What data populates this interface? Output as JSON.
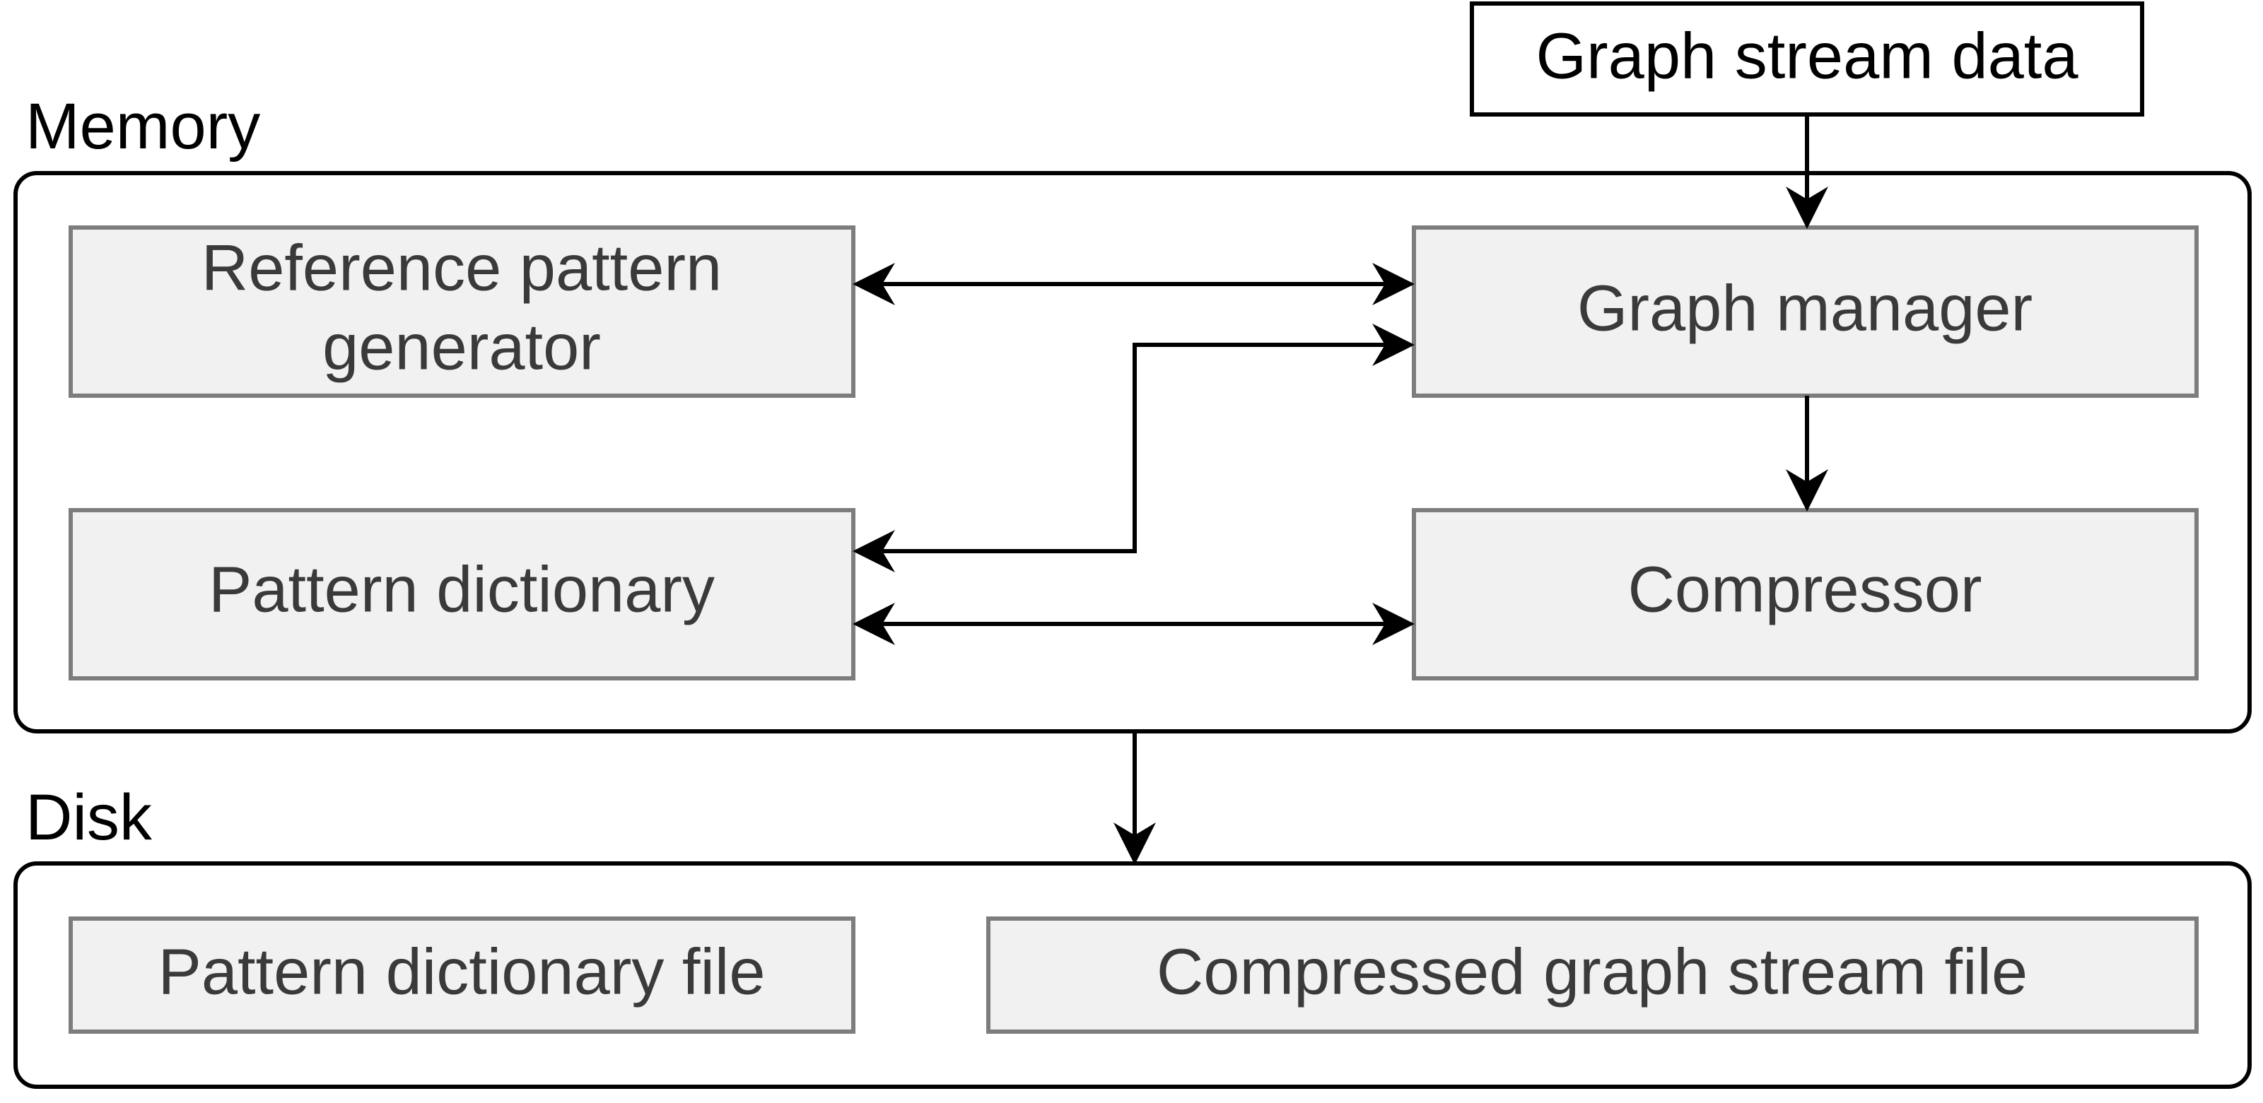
{
  "input": {
    "label": "Graph stream data"
  },
  "memory": {
    "label": "Memory",
    "modules": {
      "reference_pattern_generator": {
        "line1": "Reference pattern",
        "line2": "generator"
      },
      "graph_manager": "Graph manager",
      "pattern_dictionary": "Pattern dictionary",
      "compressor": "Compressor"
    }
  },
  "disk": {
    "label": "Disk",
    "files": {
      "pattern_dictionary_file": "Pattern dictionary file",
      "compressed_graph_stream_file": "Compressed graph stream file"
    }
  },
  "colors": {
    "module_fill": "#f1f1f1",
    "module_border": "#7d7d7d",
    "container_border": "#000000",
    "arrow": "#000000"
  }
}
